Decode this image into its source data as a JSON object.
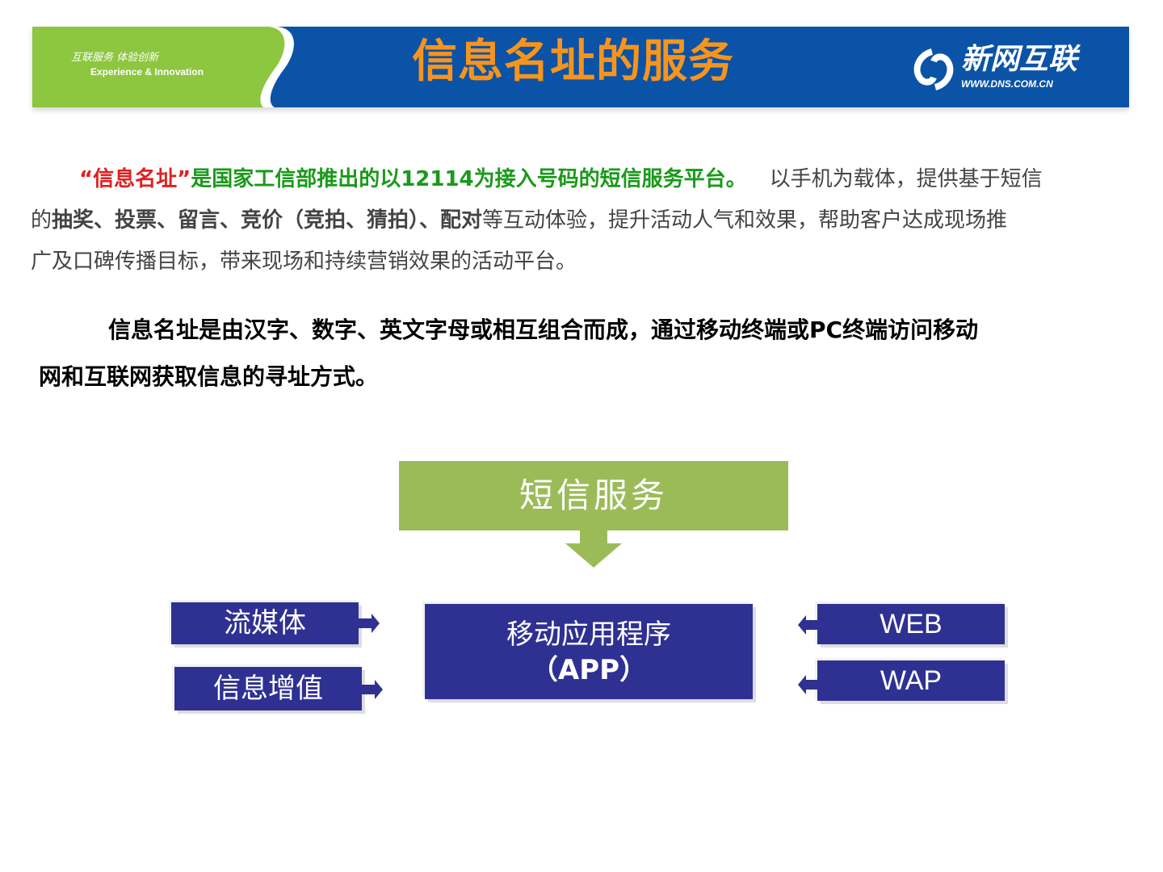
{
  "header": {
    "tagline_cn": "互联服务 体验创新",
    "tagline_en": "Experience & Innovation",
    "title": "信息名址的服务",
    "logo_name": "新网互联",
    "logo_url": "WWW.DNS.COM.CN",
    "colors": {
      "green": "#8dc63f",
      "blue": "#0b53a6",
      "title": "#f7941d"
    }
  },
  "para1": {
    "l1": {
      "quote": "“信息名址”",
      "green": "是国家工信部推出的以12114为接入号码的短信服务平台。",
      "rest": "以手机为载体，提供基于短信"
    },
    "l2": {
      "a": "的",
      "b1": "抽奖、投票、留言、竞价（竞拍、猜拍）、配对",
      "c": "等互动体验，提升活动人气和效果，帮助客户达成现场推"
    },
    "l3": "广及口碑传播目标，带来现场和持续营销效果的活动平台。"
  },
  "para2": {
    "l1": "信息名址是由汉字、数字、英文字母或相互组合而成，通过移动终端或PC终端访问移动",
    "l2": "网和互联网获取信息的寻址方式。"
  },
  "diagram": {
    "top": "短信服务",
    "center_l1": "移动应用程序",
    "center_l2": "（APP）",
    "left": [
      "流媒体",
      "信息增值"
    ],
    "right": [
      "WEB",
      "WAP"
    ]
  }
}
